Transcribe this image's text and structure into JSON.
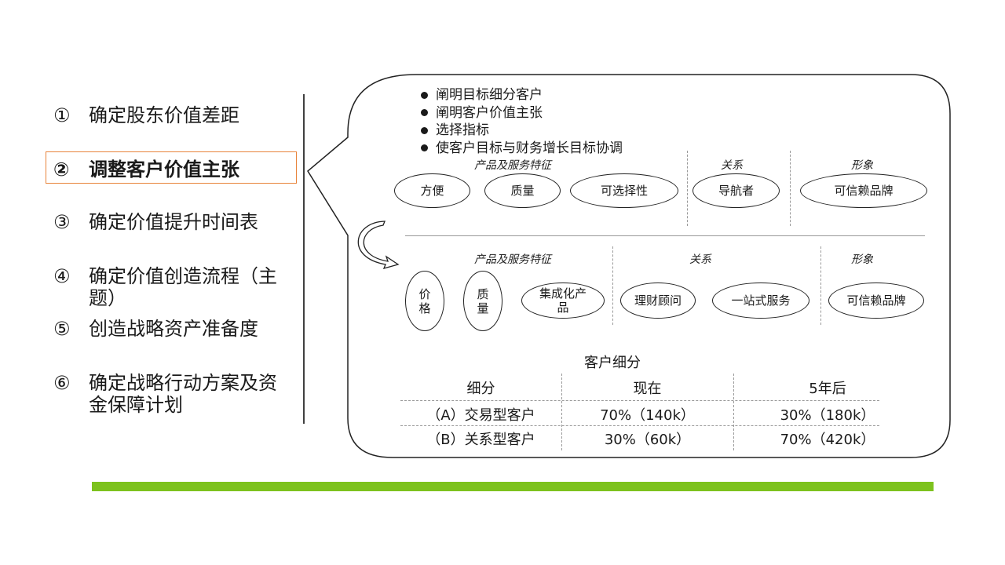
{
  "steps": [
    {
      "num": "①",
      "text": "确定股东价值差距"
    },
    {
      "num": "②",
      "text": "调整客户价值主张"
    },
    {
      "num": "③",
      "text": "确定价值提升时间表"
    },
    {
      "num": "④",
      "text": "确定价值创造流程（主题）"
    },
    {
      "num": "⑤",
      "text": "创造战略资产准备度"
    },
    {
      "num": "⑥",
      "text": "确定战略行动方案及资金保障计划"
    }
  ],
  "bullets": [
    "阐明目标细分客户",
    "阐明客户价值主张",
    "选择指标",
    "使客户目标与财务增长目标协调"
  ],
  "top_section": {
    "cat_product": "产品及服务特征",
    "cat_relation": "关系",
    "cat_image": "形象",
    "ovals": [
      "方便",
      "质量",
      "可选择性",
      "导航者",
      "可信赖品牌"
    ]
  },
  "bottom_section": {
    "cat_product": "产品及服务特征",
    "cat_relation": "关系",
    "cat_image": "形象",
    "ovals": [
      "价格",
      "质量",
      "集成化产品",
      "理财顾问",
      "一站式服务",
      "可信赖品牌"
    ]
  },
  "table": {
    "title": "客户细分",
    "headers": [
      "细分",
      "现在",
      "5年后"
    ],
    "rows": [
      [
        "（A）交易型客户",
        "70%（140k）",
        "30%（180k）"
      ],
      [
        "（B）关系型客户",
        "30%（60k）",
        "70%（420k）"
      ]
    ]
  },
  "colors": {
    "highlight_border": "#e8833a",
    "accent_bar": "#7dc21e"
  }
}
